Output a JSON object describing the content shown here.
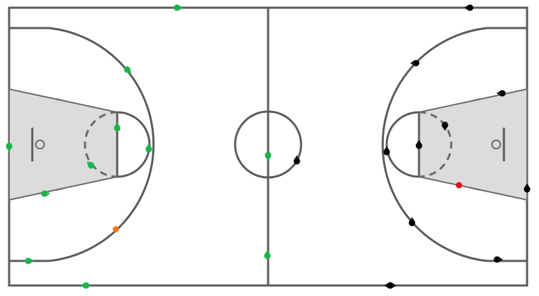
{
  "court": {
    "line_color": "#5b5b5b",
    "paint_color": "#dcdcdc",
    "background": "#ffffff"
  },
  "markers": {
    "colors": {
      "green": "#19b44a",
      "black": "#000000",
      "orange": "#f07a1a",
      "red": "#e0101e"
    },
    "points": [
      {
        "id": "g1",
        "color": "green",
        "arrow": "right"
      },
      {
        "id": "g2",
        "color": "green",
        "arrow": "down-right"
      },
      {
        "id": "g3",
        "color": "green",
        "arrow": "down"
      },
      {
        "id": "g4",
        "color": "green",
        "arrow": "up"
      },
      {
        "id": "g5",
        "color": "green",
        "arrow": "up"
      },
      {
        "id": "g6",
        "color": "green",
        "arrow": "up-left"
      },
      {
        "id": "g7",
        "color": "green",
        "arrow": "right"
      },
      {
        "id": "g8",
        "color": "green",
        "arrow": "down"
      },
      {
        "id": "g9",
        "color": "green",
        "arrow": "up"
      },
      {
        "id": "g10",
        "color": "green",
        "arrow": "right"
      },
      {
        "id": "g11",
        "color": "green",
        "arrow": "left"
      },
      {
        "id": "o1",
        "color": "orange",
        "arrow": "none"
      },
      {
        "id": "b1",
        "color": "black",
        "arrow": "left"
      },
      {
        "id": "b2",
        "color": "black",
        "arrow": "left"
      },
      {
        "id": "b3",
        "color": "black",
        "arrow": "left"
      },
      {
        "id": "b4",
        "color": "black",
        "arrow": "down"
      },
      {
        "id": "b5",
        "color": "black",
        "arrow": "up"
      },
      {
        "id": "b6",
        "color": "black",
        "arrow": "up"
      },
      {
        "id": "b7",
        "color": "black",
        "arrow": "up"
      },
      {
        "id": "b8",
        "color": "black",
        "arrow": "up"
      },
      {
        "id": "b9",
        "color": "black",
        "arrow": "up"
      },
      {
        "id": "b10",
        "color": "black",
        "arrow": "right"
      },
      {
        "id": "b11",
        "color": "black",
        "arrow": "right"
      },
      {
        "id": "b12",
        "color": "black",
        "arrow": "left"
      },
      {
        "id": "r1",
        "color": "red",
        "arrow": "none"
      }
    ]
  }
}
